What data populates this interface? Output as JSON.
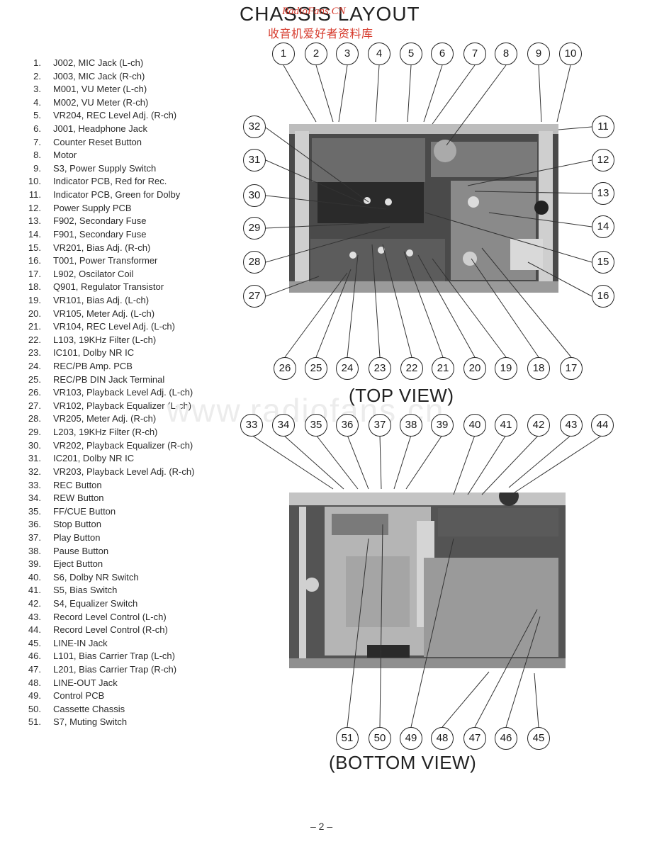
{
  "header": {
    "title": "CHASSIS LAYOUT",
    "watermark_site": "RadioFans.CN",
    "watermark_cn": "收音机爱好者资料库",
    "watermark_big": "www.radiofans.cn"
  },
  "parts": [
    {
      "num": "1.",
      "name": "J002, MIC Jack (L-ch)"
    },
    {
      "num": "2.",
      "name": "J003, MIC Jack (R-ch)"
    },
    {
      "num": "3.",
      "name": "M001, VU Meter (L-ch)"
    },
    {
      "num": "4.",
      "name": "M002, VU Meter (R-ch)"
    },
    {
      "num": "5.",
      "name": "VR204, REC Level Adj. (R-ch)"
    },
    {
      "num": "6.",
      "name": "J001, Headphone Jack"
    },
    {
      "num": "7.",
      "name": "Counter Reset Button"
    },
    {
      "num": "8.",
      "name": "Motor"
    },
    {
      "num": "9.",
      "name": "S3, Power Supply Switch"
    },
    {
      "num": "10.",
      "name": "Indicator PCB, Red for Rec."
    },
    {
      "num": "11.",
      "name": "Indicator PCB, Green for Dolby"
    },
    {
      "num": "12.",
      "name": "Power Supply PCB"
    },
    {
      "num": "13.",
      "name": "F902, Secondary Fuse"
    },
    {
      "num": "14.",
      "name": "F901, Secondary Fuse"
    },
    {
      "num": "15.",
      "name": "VR201, Bias Adj. (R-ch)"
    },
    {
      "num": "16.",
      "name": "T001, Power Transformer"
    },
    {
      "num": "17.",
      "name": "L902, Oscilator Coil"
    },
    {
      "num": "18.",
      "name": "Q901, Regulator Transistor"
    },
    {
      "num": "19.",
      "name": "VR101, Bias Adj. (L-ch)"
    },
    {
      "num": "20.",
      "name": "VR105, Meter Adj. (L-ch)"
    },
    {
      "num": "21.",
      "name": "VR104, REC Level Adj. (L-ch)"
    },
    {
      "num": "22.",
      "name": "L103, 19KHz Filter (L-ch)"
    },
    {
      "num": "23.",
      "name": "IC101, Dolby NR IC"
    },
    {
      "num": "24.",
      "name": "REC/PB Amp. PCB"
    },
    {
      "num": "25.",
      "name": "REC/PB DIN Jack Terminal"
    },
    {
      "num": "26.",
      "name": "VR103, Playback Level Adj. (L-ch)"
    },
    {
      "num": "27.",
      "name": "VR102, Playback Equalizer (L-ch)"
    },
    {
      "num": "28.",
      "name": "VR205, Meter Adj. (R-ch)"
    },
    {
      "num": "29.",
      "name": "L203, 19KHz Filter (R-ch)"
    },
    {
      "num": "30.",
      "name": "VR202, Playback Equalizer (R-ch)"
    },
    {
      "num": "31.",
      "name": "IC201, Dolby NR IC"
    },
    {
      "num": "32.",
      "name": "VR203, Playback Level Adj. (R-ch)"
    },
    {
      "num": "33.",
      "name": "REC Button"
    },
    {
      "num": "34.",
      "name": "REW Button"
    },
    {
      "num": "35.",
      "name": "FF/CUE Button"
    },
    {
      "num": "36.",
      "name": "Stop Button"
    },
    {
      "num": "37.",
      "name": "Play Button"
    },
    {
      "num": "38.",
      "name": "Pause Button"
    },
    {
      "num": "39.",
      "name": "Eject Button"
    },
    {
      "num": "40.",
      "name": "S6, Dolby NR Switch"
    },
    {
      "num": "41.",
      "name": "S5, Bias Switch"
    },
    {
      "num": "42.",
      "name": "S4, Equalizer Switch"
    },
    {
      "num": "43.",
      "name": "Record Level Control (L-ch)"
    },
    {
      "num": "44.",
      "name": "Record Level Control (R-ch)"
    },
    {
      "num": "45.",
      "name": "LINE-IN Jack"
    },
    {
      "num": "46.",
      "name": "L101, Bias Carrier Trap (L-ch)"
    },
    {
      "num": "47.",
      "name": "L201, Bias Carrier Trap (R-ch)"
    },
    {
      "num": "48.",
      "name": "LINE-OUT Jack"
    },
    {
      "num": "49.",
      "name": "Control PCB"
    },
    {
      "num": "50.",
      "name": "Cassette Chassis"
    },
    {
      "num": "51.",
      "name": "S7, Muting Switch"
    }
  ],
  "top_view": {
    "label": "(TOP VIEW)",
    "callouts": [
      "1",
      "2",
      "3",
      "4",
      "5",
      "6",
      "7",
      "8",
      "9",
      "10",
      "11",
      "12",
      "13",
      "14",
      "15",
      "16",
      "17",
      "18",
      "19",
      "20",
      "21",
      "22",
      "23",
      "24",
      "25",
      "26",
      "27",
      "28",
      "29",
      "30",
      "31",
      "32"
    ]
  },
  "bottom_view": {
    "label": "(BOTTOM VIEW)",
    "callouts": [
      "33",
      "34",
      "35",
      "36",
      "37",
      "38",
      "39",
      "40",
      "41",
      "42",
      "43",
      "44",
      "45",
      "46",
      "47",
      "48",
      "49",
      "50",
      "51"
    ]
  },
  "footer": {
    "page": "– 2 –"
  }
}
